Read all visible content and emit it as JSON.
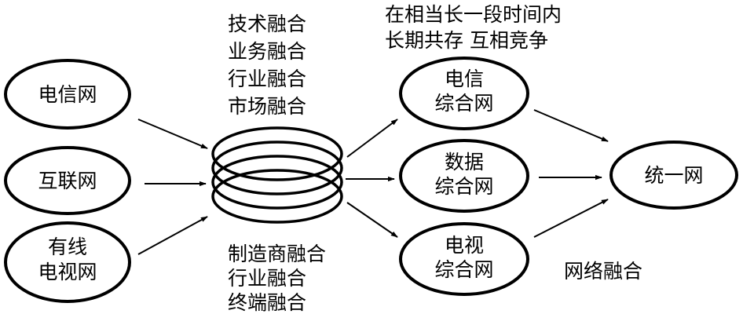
{
  "source_networks": {
    "telecom": [
      "电信网"
    ],
    "internet": [
      "互联网"
    ],
    "cable_tv": [
      "有线",
      "电视网"
    ]
  },
  "top_fusion_labels": [
    "技术融合",
    "业务融合",
    "行业融合",
    "市场融合"
  ],
  "bottom_fusion_labels": [
    "制造商融合",
    "行业融合",
    "终端融合"
  ],
  "coexistence_note": [
    "在相当长一段时间内",
    "长期共存  互相竞争"
  ],
  "integrated_networks": {
    "telecom": [
      "电信",
      "综合网"
    ],
    "data": [
      "数据",
      "综合网"
    ],
    "tv": [
      "电视",
      "综合网"
    ]
  },
  "unified_network": [
    "统一网"
  ],
  "network_fusion_label": "网络融合",
  "colors": {
    "line": "#000000",
    "background": "#ffffff"
  }
}
